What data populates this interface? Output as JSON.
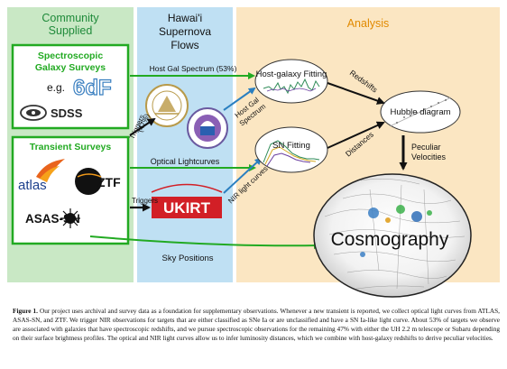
{
  "columns": {
    "community": [
      "Community",
      "Supplied"
    ],
    "hawaii": [
      "Hawai'i",
      "Supernova",
      "Flows"
    ],
    "analysis": "Analysis"
  },
  "community": {
    "spec_title": [
      "Spectroscopic",
      "Galaxy Surveys"
    ],
    "eg": "e.g.",
    "logo_6df": "6dF",
    "logo_sdss": "SDSS",
    "transient_title": "Transient Surveys",
    "logo_atlas": "atlas",
    "logo_ztf": "ZTF",
    "logo_asassn": "ASAS-SN"
  },
  "hawaii": {
    "ukirt": "UKIRT",
    "uh_seal": "UNIVERSITY OF HAWAII"
  },
  "labels": {
    "host_gal_spectrum_53": "Host Gal Spectrum (53%)",
    "triggers_47": [
      "Triggers",
      "(47%)"
    ],
    "host_gal_spectrum": [
      "Host Gal",
      "Spectrum"
    ],
    "optical_lightcurves": "Optical Lightcurves",
    "nir_light_curves": "NIR light curves",
    "triggers": "Triggers",
    "sky_positions": "Sky Positions",
    "redshifts": "Redshifts",
    "distances": "Distances",
    "peculiar_velocities": [
      "Peculiar",
      "Velocities"
    ]
  },
  "analysis": {
    "host_fitting": "Host-galaxy Fitting",
    "sn_fitting": "SN Fitting",
    "hubble": "Hubble diagram",
    "cosmography": "Cosmography"
  },
  "colors": {
    "community_bg": "#c9e8c5",
    "hawaii_bg": "#bfe0f3",
    "analysis_bg": "#fbe6c2",
    "green_arrow": "#22aa22",
    "blue_arrow": "#2a7fc0",
    "ukirt_red": "#d21f26",
    "column_title_green": "#1f8a3a",
    "column_title_orange": "#e18a00"
  },
  "caption": {
    "label": "Figure 1.",
    "text": "Our project uses archival and survey data as a foundation for supplementary observations. Whenever a new transient is reported, we collect optical light curves from ATLAS, ASAS-SN, and ZTF. We trigger NIR observations for targets that are either classified as SNe Ia or are unclassified and have a SN Ia-like light curve. About 53% of targets we observe are associated with galaxies that have spectroscopic redshifts, and we pursue spectroscopic observations for the remaining 47% with either the UH 2.2 m telescope or Subaru depending on their surface brightness profiles. The optical and NIR light curves allow us to infer luminosity distances, which we combine with host-galaxy redshifts to derive peculiar velocities."
  }
}
